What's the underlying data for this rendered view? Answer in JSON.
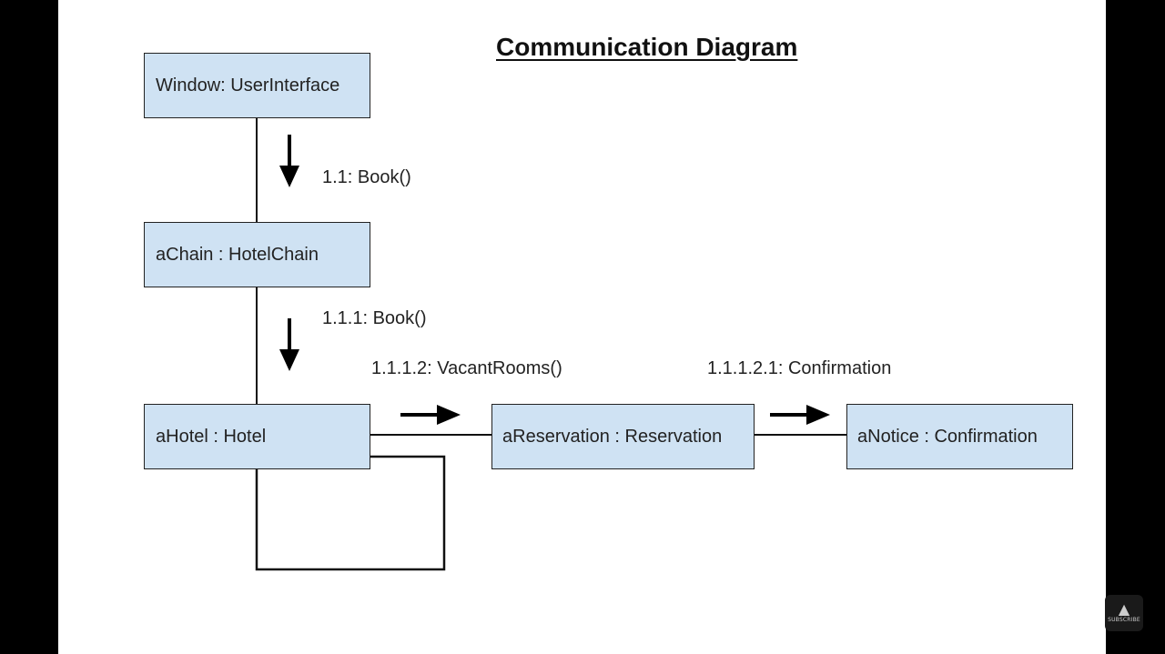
{
  "diagram": {
    "title": "Communication Diagram",
    "objects": {
      "window": "Window: UserInterface",
      "chain": "aChain : HotelChain",
      "hotel": "aHotel : Hotel",
      "reservation": "aReservation : Reservation",
      "notice": "aNotice : Confirmation"
    },
    "messages": {
      "m1": "1.1: Book()",
      "m2": "1.1.1: Book()",
      "m3": "1.1.1.2: VacantRooms()",
      "m4": "1.1.1.2.1: Confirmation"
    }
  },
  "overlay": {
    "badge_icon": "flame-icon",
    "badge_text": "SUBSCRIBE"
  }
}
